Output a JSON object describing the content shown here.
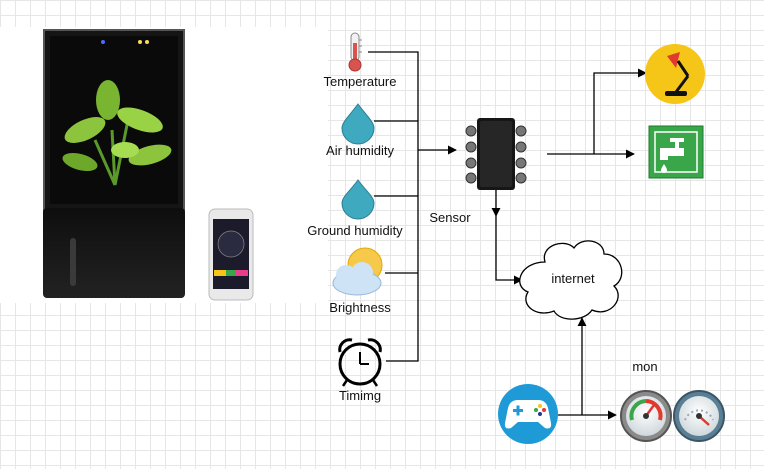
{
  "sensors": [
    {
      "label": "Temperature",
      "icon": "thermometer-icon"
    },
    {
      "label": "Air humidity",
      "icon": "water-drop-icon"
    },
    {
      "label": "Ground humidity",
      "icon": "water-drop-icon"
    },
    {
      "label": "Brightness",
      "icon": "sun-cloud-icon"
    },
    {
      "label": "Timimg",
      "icon": "alarm-clock-icon"
    }
  ],
  "sensor_label": "Sensor",
  "internet_label": "internet",
  "monitor_label": "mon",
  "actuators": [
    {
      "icon": "desk-lamp-icon",
      "color": "#f5c518"
    },
    {
      "icon": "water-tap-icon",
      "color": "#3aa64a"
    }
  ],
  "controller_icon": "gamepad-icon",
  "gauges": [
    "gauge-icon",
    "gauge-icon"
  ],
  "colors": {
    "line": "#000000",
    "drop": "#3fa9bf",
    "lamp_bg": "#f5c518",
    "tap_bg": "#3aa64a",
    "gamepad_bg": "#1e9bd7"
  }
}
